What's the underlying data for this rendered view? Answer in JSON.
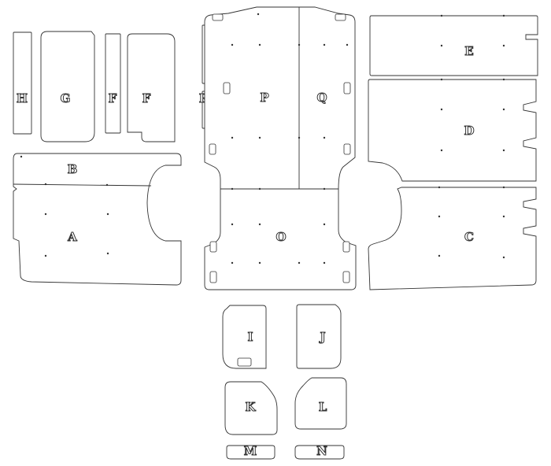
{
  "labels": {
    "A": "A",
    "B": "B",
    "C": "C",
    "D": "D",
    "E": "E",
    "F": "F",
    "G": "G",
    "H": "H",
    "I": "I",
    "J": "J",
    "K": "K",
    "L": "L",
    "M": "M",
    "N": "N",
    "O": "O",
    "P": "P",
    "Q": "Q",
    "R": "R"
  },
  "colors": {
    "outline": "#333333",
    "background": "#ffffff"
  }
}
